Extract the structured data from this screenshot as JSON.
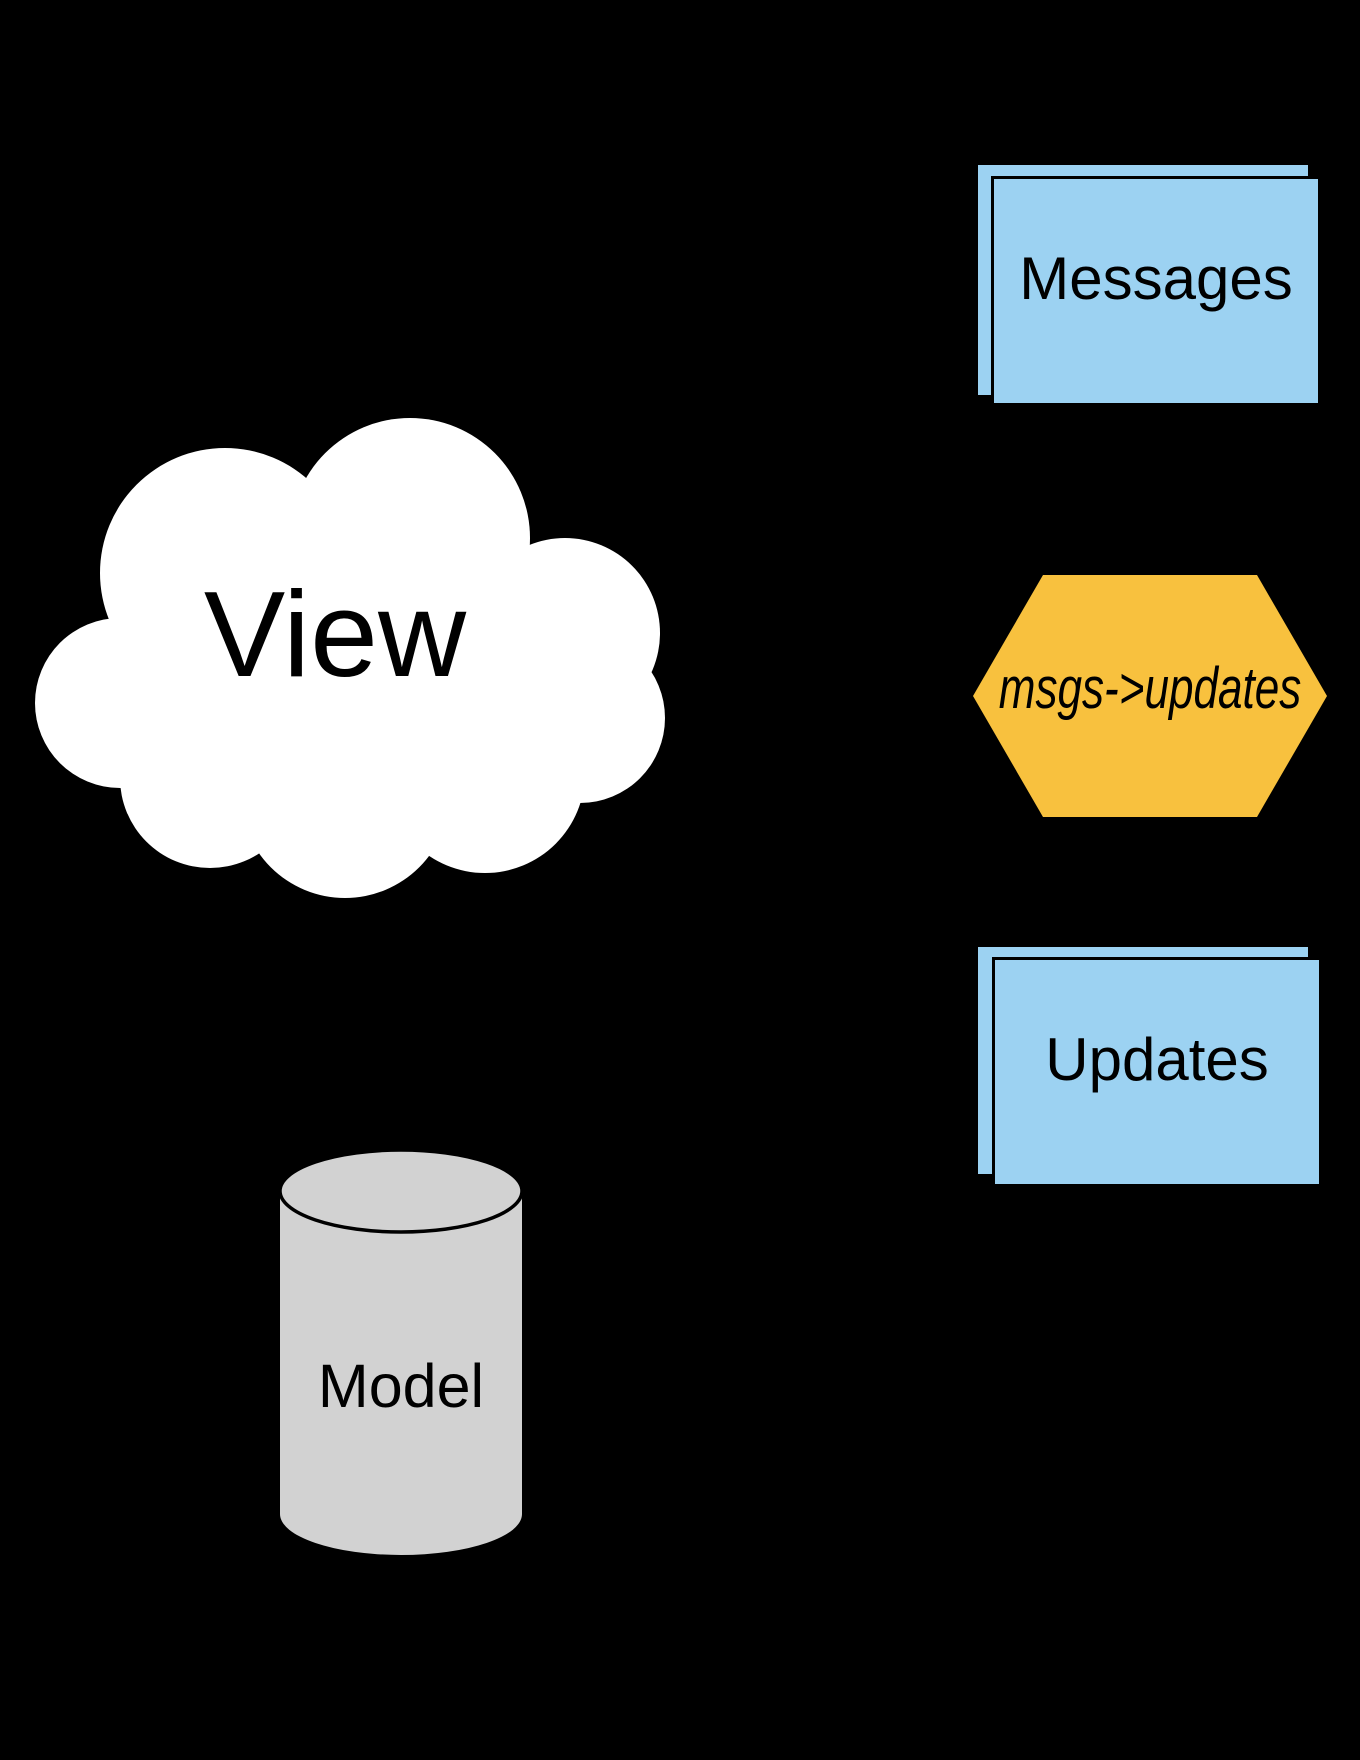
{
  "diagram": {
    "title": "elm-architecture-diagram",
    "background": "#000000",
    "view": {
      "label": "View",
      "shape": "cloud"
    },
    "model": {
      "label": "Model",
      "shape": "cylinder"
    },
    "messages": {
      "label": "Messages",
      "shape": "stacked-rectangle"
    },
    "msgs_to_updates": {
      "label": "msgs->updates",
      "shape": "hexagon"
    },
    "updates": {
      "label": "Updates",
      "shape": "stacked-rectangle"
    }
  },
  "colors": {
    "background": "#000000",
    "cloud_fill": "#FFFFFF",
    "box_fill": "#9CD2F2",
    "box_border": "#000000",
    "hexagon_fill": "#F8C13E",
    "cylinder_fill": "#D2D2D2",
    "cylinder_outline": "#000000",
    "label_text": "#000000"
  }
}
